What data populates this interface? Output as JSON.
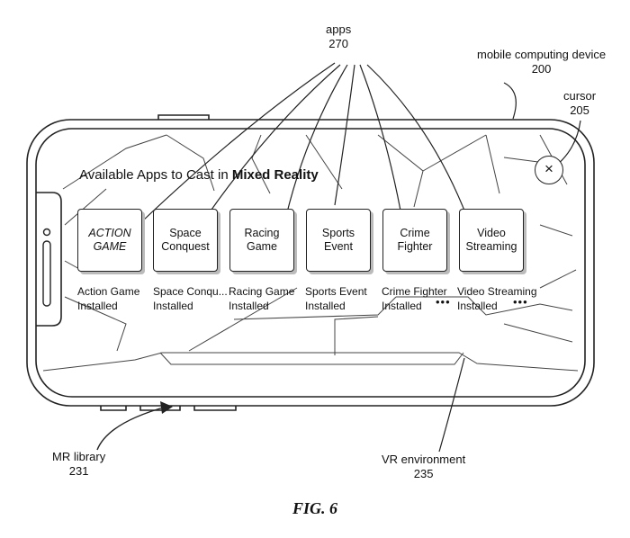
{
  "labels": {
    "apps": "apps",
    "apps_num": "270",
    "device": "mobile computing device",
    "device_num": "200",
    "cursor": "cursor",
    "cursor_num": "205",
    "library": "MR library",
    "library_num": "231",
    "vr": "VR environment",
    "vr_num": "235"
  },
  "screen": {
    "heading_prefix": "Available Apps to Cast in ",
    "heading_bold": "Mixed Reality",
    "cursor_glyph": "×",
    "more_dots": "•••"
  },
  "apps": [
    {
      "tile_line1": "ACTION",
      "tile_line2": "GAME",
      "name": "Action Game",
      "status": "Installed"
    },
    {
      "tile_line1": "Space",
      "tile_line2": "Conquest",
      "name": "Space Conqu...",
      "status": "Installed"
    },
    {
      "tile_line1": "Racing",
      "tile_line2": "Game",
      "name": "Racing Game",
      "status": "Installed"
    },
    {
      "tile_line1": "Sports",
      "tile_line2": "Event",
      "name": "Sports Event",
      "status": "Installed"
    },
    {
      "tile_line1": "Crime",
      "tile_line2": "Fighter",
      "name": "Crime Fighter",
      "status": "Installed"
    },
    {
      "tile_line1": "Video",
      "tile_line2": "Streaming",
      "name": "Video Streaming",
      "status": "Installed"
    }
  ],
  "caption": "FIG. 6"
}
